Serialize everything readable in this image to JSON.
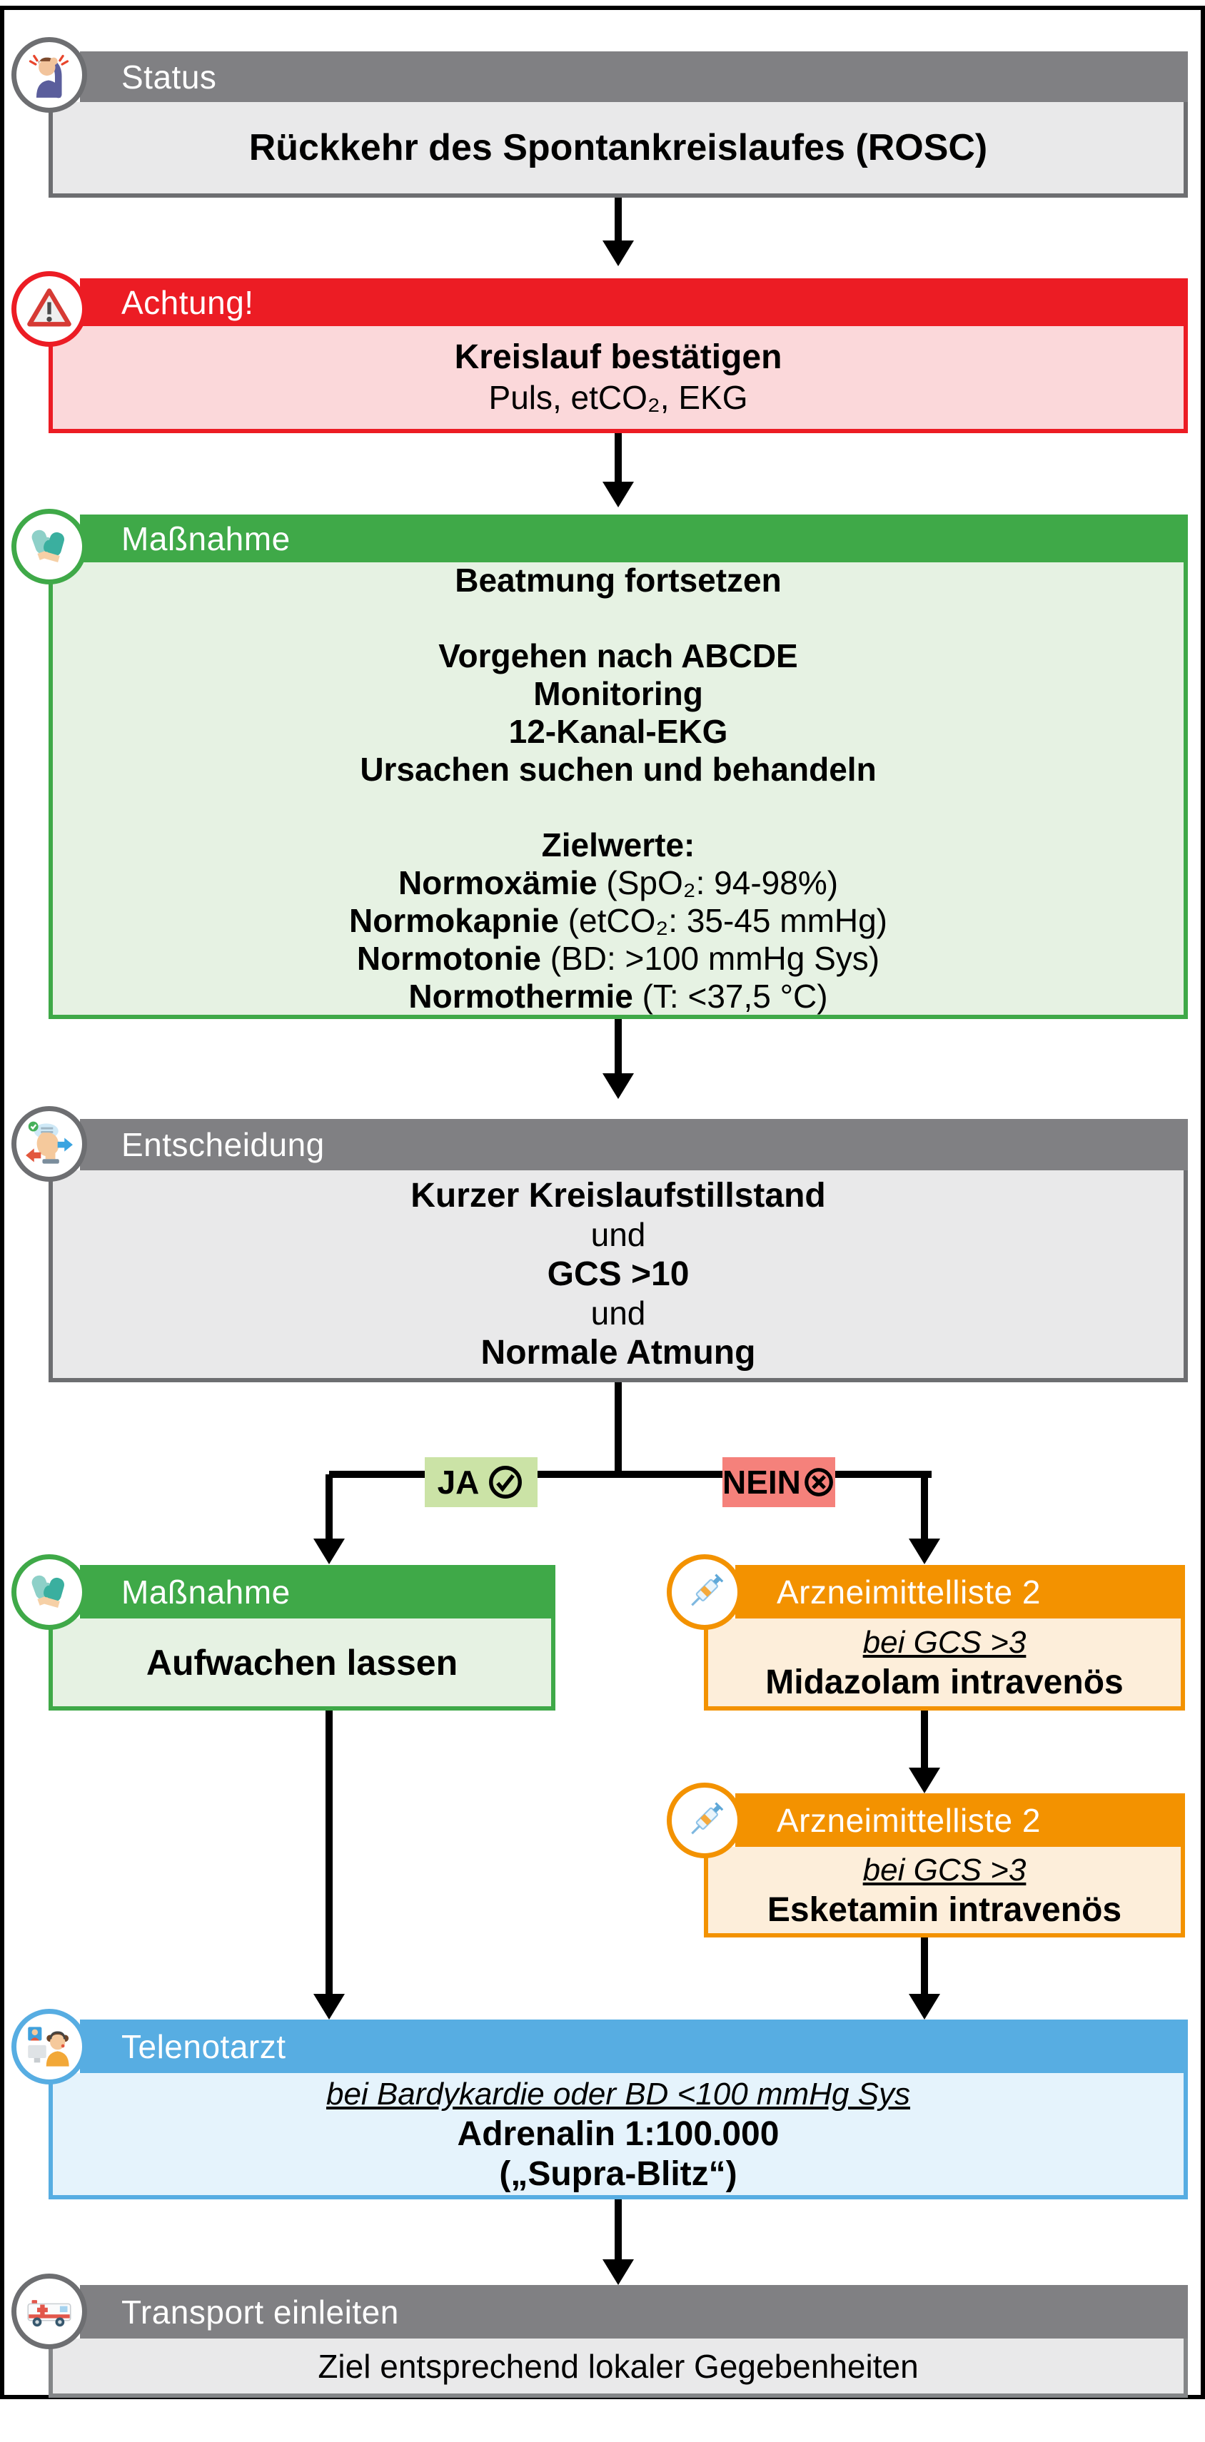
{
  "colors": {
    "gray_header": "#808083",
    "gray_body": "#e9e9ea",
    "gray_border": "#6d6e71",
    "red_header": "#ec1c24",
    "red_body": "#fbd8da",
    "green_header": "#3fa948",
    "green_body": "#e6f2e3",
    "orange_header": "#f39200",
    "orange_body": "#fdeeda",
    "blue_header": "#57ade2",
    "blue_body": "#e5f3fc",
    "yes_badge": "#cbe3a6",
    "no_badge": "#f5817b",
    "line": "#000000"
  },
  "status": {
    "label": "Status",
    "title": "Rückkehr des Spontankreislaufes (ROSC)"
  },
  "achtung": {
    "label": "Achtung!",
    "line_bold": "Kreislauf bestätigen",
    "line_regular": "Puls, etCO₂, EKG"
  },
  "massnahme": {
    "label": "Maßnahme",
    "lines": [
      {
        "b": "Beatmung fortsetzen",
        "r": ""
      },
      {
        "b": "",
        "r": ""
      },
      {
        "b": "Vorgehen nach ABCDE",
        "r": ""
      },
      {
        "b": "Monitoring",
        "r": ""
      },
      {
        "b": "12-Kanal-EKG",
        "r": ""
      },
      {
        "b": "Ursachen suchen und behandeln",
        "r": ""
      },
      {
        "b": "",
        "r": ""
      },
      {
        "b": "Zielwerte:",
        "r": ""
      },
      {
        "b": "Normoxämie",
        "r": " (SpO₂: 94-98%)"
      },
      {
        "b": "Normokapnie",
        "r": " (etCO₂: 35-45 mmHg)"
      },
      {
        "b": "Normotonie",
        "r": " (BD: >100 mmHg Sys)"
      },
      {
        "b": "Normothermie",
        "r": " (T: <37,5 °C)"
      }
    ]
  },
  "entscheidung": {
    "label": "Entscheidung",
    "lines": [
      "Kurzer Kreislaufstillstand",
      "und",
      "GCS >10",
      "und",
      "Normale Atmung"
    ]
  },
  "branch": {
    "yes_label": "JA",
    "no_label": "NEIN"
  },
  "massnahme_aufwachen": {
    "label": "Maßnahme",
    "text": "Aufwachen lassen"
  },
  "arznei1": {
    "label": "Arzneimittelliste 2",
    "condition": "bei GCS >3",
    "drug": "Midazolam intravenös"
  },
  "arznei2": {
    "label": "Arzneimittelliste 2",
    "condition": "bei GCS >3",
    "drug": "Esketamin intravenös"
  },
  "telenotarzt": {
    "label": "Telenotarzt",
    "condition": "bei Bardykardie oder BD <100 mmHg Sys",
    "line2": "Adrenalin 1:100.000",
    "line3": "(„Supra-Blitz“)"
  },
  "transport": {
    "label": "Transport einleiten",
    "text": "Ziel entsprechend lokaler Gegebenheiten"
  },
  "icons": {
    "status": "dizzy-person-icon",
    "achtung": "warning-triangle-icon",
    "massnahme": "medical-gloves-icon",
    "entscheidung": "decision-head-icon",
    "arznei": "syringe-icon",
    "telenotarzt": "teledoctor-icon",
    "transport": "ambulance-icon",
    "yes": "check-circle-icon",
    "no": "x-circle-icon"
  }
}
